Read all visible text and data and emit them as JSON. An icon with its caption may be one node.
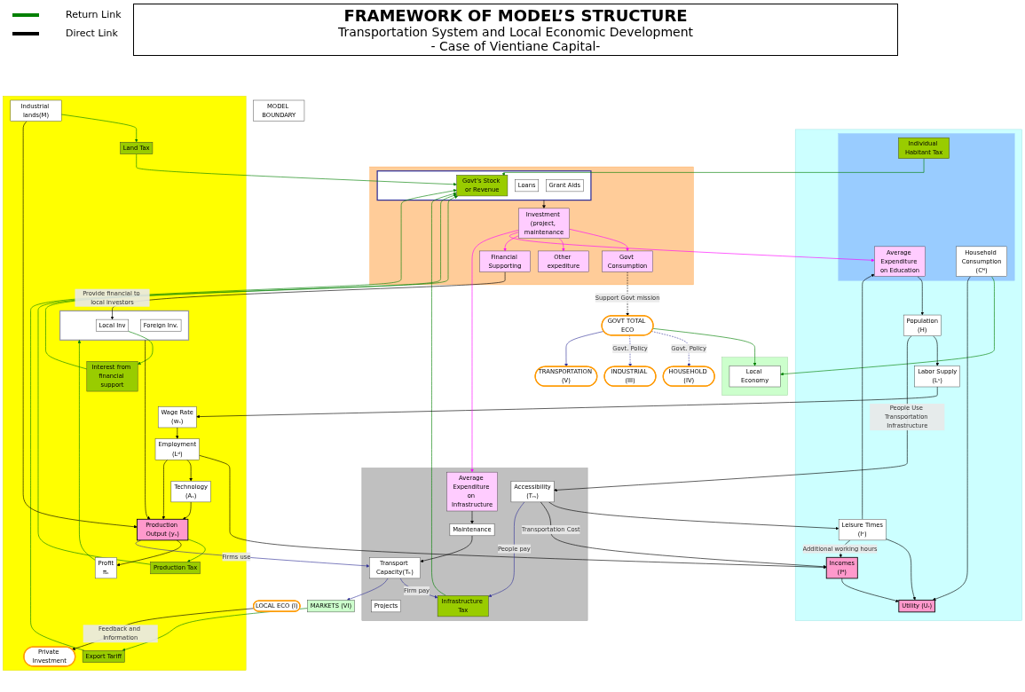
{
  "diagram": {
    "title": "FRAMEWORK OF MODEL’S STRUCTURE",
    "nodes": [
      {
        "text": [
          "LOCAL ECO (I)"
        ]
      },
      {
        "text": [],
        "shape": "box"
      },
      {
        "text": [
          "Local Economy"
        ],
        "in": 1
      },
      {
        "text": [
          "HOUSEHOLD (IV)"
        ]
      },
      {
        "text": [],
        "shape": "box"
      },
      {
        "text": [],
        "shape": "box",
        "in": 4
      },
      {
        "text": [
          "Individual Habitant Tax"
        ],
        "in": 5
      },
      {
        "text": [
          "Average Expenditure on Education"
        ],
        "in": 5
      },
      {
        "text": [
          "Household Consumption",
          "(Cᴴ)"
        ],
        "in": 5
      },
      {
        "text": [
          "Population",
          "(H)"
        ],
        "in": 4
      },
      {
        "text": [
          "Labor Supply",
          "(Lˢ)"
        ],
        "in": 4
      },
      {
        "text": [
          "Leisure Times",
          "(Iᵉ)"
        ],
        "in": 4
      },
      {
        "text": [
          "Utility (Uᵣ)"
        ],
        "in": 4
      },
      {
        "text": [
          "Incomes",
          "(Iᴴ)"
        ],
        "in": 4
      },
      {
        "text": [
          "GOVT TOTAL ECO"
        ]
      },
      {
        "text": [],
        "shape": "box"
      },
      {
        "text": [],
        "shape": "box",
        "in": 15
      },
      {
        "text": [
          "Govt’s Stock or Revenue"
        ],
        "in": 16
      },
      {
        "text": [
          "Loans"
        ],
        "in": 16
      },
      {
        "text": [
          "Grant Aids"
        ],
        "in": 16
      },
      {
        "text": [
          "Govt Consumption"
        ],
        "in": 15
      },
      {
        "text": [
          "Other expediture"
        ],
        "in": 15
      },
      {
        "text": [
          "Investment (project, maintenance"
        ],
        "in": 15
      },
      {
        "text": [
          "Financial Supporting"
        ],
        "in": 15
      },
      {
        "text": [
          "INDUSTRIAL (III)"
        ]
      },
      {
        "text": [],
        "shape": "box"
      },
      {
        "text": [
          "Land Tax"
        ],
        "in": 25
      },
      {
        "text": [
          "Export Tariff"
        ],
        "in": 25
      },
      {
        "text": [
          "Production Tax"
        ],
        "in": 25
      },
      {
        "text": [
          "Private Investment"
        ],
        "in": 25
      },
      {
        "text": [],
        "shape": "box",
        "in": 25
      },
      {
        "text": [
          "Local Inv"
        ],
        "in": 30
      },
      {
        "text": [
          "Foreign Inv."
        ],
        "in": 30
      },
      {
        "text": [
          "Interest from financial support"
        ],
        "in": 25
      },
      {
        "text": [
          "Wage Rate",
          "(wₛ)"
        ],
        "in": 25
      },
      {
        "text": [
          "Technology",
          "(Aₛ)"
        ],
        "in": 25
      },
      {
        "text": [
          "Employment",
          "(Lᵈ)"
        ],
        "in": 25
      },
      {
        "text": [
          "Production Output (yₛ)"
        ],
        "in": 25
      },
      {
        "text": [
          "Industrial lands(M)"
        ],
        "in": 25
      },
      {
        "text": [
          "Profit",
          "πₛ"
        ],
        "in": 25
      },
      {
        "text": [
          "TRANSPORTATION (V)"
        ]
      },
      {
        "text": [],
        "shape": "box"
      },
      {
        "text": [
          "Average Expenditure on Infrastructure"
        ],
        "in": 41
      },
      {
        "text": [
          "Projects"
        ],
        "in": 41
      },
      {
        "text": [
          "Maintenance"
        ],
        "in": 41
      },
      {
        "text": [
          "Accessibility",
          "(Tᵣₛ)"
        ],
        "in": 41
      },
      {
        "text": [
          "Transport Capacity(Tₖ)"
        ],
        "in": 41
      },
      {
        "text": [
          "Infrastructure Tax"
        ],
        "in": 41
      },
      {
        "text": [
          "MARKETS (VI)"
        ]
      },
      {
        "text": [
          "MODEL BOUNDARY"
        ]
      }
    ],
    "edges": [
      {
        "from": 8,
        "to": 2,
        "arrow": "to",
        "color": "#008000"
      },
      {
        "from": 14,
        "to": 2,
        "arrow": "to",
        "color": "#008000"
      },
      {
        "from": 6,
        "to": 17,
        "arrow": "to",
        "color": "#008000"
      },
      {
        "from": 26,
        "to": 17,
        "arrow": "to",
        "color": "#008000"
      },
      {
        "from": 27,
        "to": 17,
        "arrow": "to",
        "color": "#008000"
      },
      {
        "from": 28,
        "to": 17,
        "arrow": "to",
        "color": "#008000"
      },
      {
        "from": 33,
        "to": 17,
        "arrow": "to",
        "color": "#008000"
      },
      {
        "from": 47,
        "to": 17,
        "arrow": "to",
        "color": "#008000"
      },
      {
        "from": 38,
        "to": 26,
        "arrow": "to",
        "color": "#008000"
      },
      {
        "from": 37,
        "to": 28,
        "arrow": "to",
        "color": "#008000"
      },
      {
        "from": 48,
        "to": 27,
        "arrow": "to",
        "color": "#008000"
      },
      {
        "from": 31,
        "to": 33,
        "arrow": "to",
        "color": "#008000"
      },
      {
        "from": 39,
        "to": 30,
        "arrow": "to",
        "color": "#008000"
      },
      {
        "from": 16,
        "to": 22,
        "arrow": "to"
      },
      {
        "from": 8,
        "to": 12,
        "arrow": "to"
      },
      {
        "from": 7,
        "to": 9,
        "arrow": "to"
      },
      {
        "from": 11,
        "to": 7,
        "arrow": "to"
      },
      {
        "from": 10,
        "to": 34,
        "arrow": "to"
      },
      {
        "from": 23,
        "to": 31,
        "arrow": "to",
        "label": "Provide financial to local investors"
      },
      {
        "from": 9,
        "to": 10,
        "arrow": "to"
      },
      {
        "from": 9,
        "to": 45,
        "arrow": "to",
        "label": "People Use Transportation Infrastructure"
      },
      {
        "from": 45,
        "to": 11,
        "arrow": "to"
      },
      {
        "from": 45,
        "to": 13,
        "arrow": "to",
        "label": "Transportation Cost"
      },
      {
        "from": 11,
        "to": 12,
        "arrow": "to"
      },
      {
        "from": 11,
        "to": 13,
        "arrow": "to",
        "label": "Additional working hours"
      },
      {
        "from": 13,
        "to": 12,
        "arrow": "to"
      },
      {
        "from": 36,
        "to": 13,
        "arrow": "to"
      },
      {
        "from": 42,
        "to": 44,
        "arrow": "to"
      },
      {
        "from": 44,
        "to": 46,
        "arrow": "to"
      },
      {
        "from": 30,
        "to": 37,
        "arrow": "to"
      },
      {
        "from": 34,
        "to": 36,
        "arrow": "to"
      },
      {
        "from": 36,
        "to": 35,
        "arrow": "to"
      },
      {
        "from": 36,
        "to": 37,
        "arrow": "to"
      },
      {
        "from": 35,
        "to": 37,
        "arrow": "to"
      },
      {
        "from": 38,
        "to": 37,
        "arrow": "to"
      },
      {
        "from": 37,
        "to": 39,
        "arrow": "to"
      },
      {
        "from": 0,
        "to": 29,
        "arrow": "to",
        "label": "Feedback and Information"
      },
      {
        "from": 20,
        "to": 14,
        "arrow": "to",
        "style": "dashed",
        "label": "Support Govt mission"
      },
      {
        "from": 22,
        "to": 20,
        "arrow": "to",
        "color": "#ff00ff"
      },
      {
        "from": 22,
        "to": 21,
        "arrow": "to",
        "color": "#ff00ff"
      },
      {
        "from": 22,
        "to": 23,
        "arrow": "to",
        "color": "#ff00ff"
      },
      {
        "from": 22,
        "to": 7,
        "arrow": "to",
        "color": "#ff00ff"
      },
      {
        "from": 22,
        "to": 42,
        "arrow": "to",
        "color": "#ff00ff"
      },
      {
        "from": 45,
        "to": 47,
        "arrow": "to",
        "color": "#333399",
        "label": "People pay"
      },
      {
        "from": 46,
        "to": 47,
        "arrow": "to",
        "color": "#333399",
        "label": "Firm pay"
      },
      {
        "from": 46,
        "to": 48,
        "arrow": "to",
        "color": "#333399"
      },
      {
        "from": 37,
        "to": 46,
        "arrow": "to",
        "color": "#333399",
        "label": "Firms use"
      },
      {
        "from": 14,
        "to": 3,
        "arrow": "to",
        "style": "dashed",
        "color": "#333399",
        "label": "Govt. Policy"
      },
      {
        "from": 14,
        "to": 24,
        "arrow": "to",
        "style": "dashed",
        "color": "#333399",
        "label": "Govt. Policy"
      },
      {
        "from": 14,
        "to": 40,
        "arrow": "to",
        "color": "#333399"
      }
    ],
    "labels": [
      "Transportation System and Local Economic Development",
      "- Case of Vientiane Capital-"
    ],
    "legend": [
      {
        "text": "Return Link"
      },
      {
        "text": "Direct Link"
      }
    ]
  }
}
